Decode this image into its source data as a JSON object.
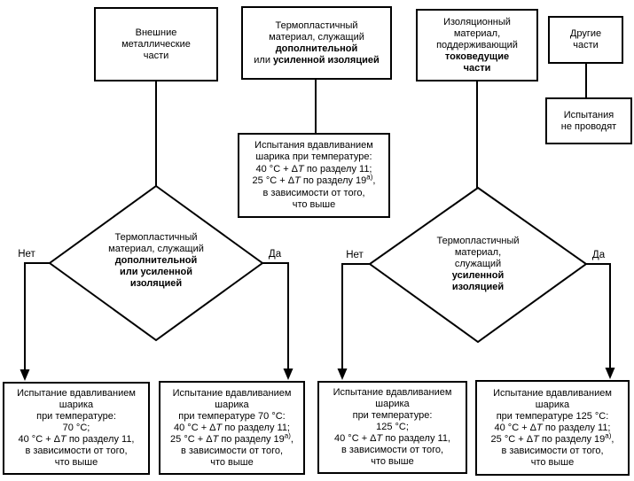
{
  "colors": {
    "line": "#000000",
    "background": "#ffffff",
    "text": "#000000"
  },
  "labels": {
    "yes": "Да",
    "no": "Нет"
  },
  "nodes": {
    "external_metal_parts": "Внешние\nметаллические\nчасти",
    "thermoplastic_supplementary_reinforced": "Термопластичный\nматериал, служащий\n*дополнительной*\nили *усиленной изоляцией*",
    "insulating_material_live_parts": "Изоляционный\nматериал,\nподдерживающий\n*токоведущие*\n*части*",
    "other_parts": "Другие\nчасти",
    "no_tests": "Испытания\nне проводят",
    "ball_test_combined": "Испытания вдавливанием\nшарика при температуре:\n40 °С + Δ_T_ по разделу 11;\n25 °С + Δ_T_ по разделу 19^а)^,\nв зависимости от того,\nчто выше",
    "decision_supplementary_or_reinforced": "Термопластичный\nматериал, служащий\n*дополнительной*\n*или усиленной*\n*изоляцией*",
    "decision_reinforced": "Термопластичный\nматериал,\nслужащий\n*усиленной*\n*изоляцией*",
    "test_70": "Испытание вдавливанием\nшарика\nпри температуре:\n70 °С;\n40 °С + Δ_T_ по разделу 11,\nв зависимости от того,\nчто выше",
    "test_70_combined": "Испытание вдавливанием\nшарика\nпри температуре 70 °С:\n40 °С + Δ_T_ по разделу 11;\n25 °С + Δ_T_ по разделу 19^а)^,\nв зависимости от того,\nчто выше",
    "test_125": "Испытание вдавливанием\nшарика\nпри температуре:\n125 °С;\n40 °С + Δ_T_ по разделу 11,\nв зависимости от того,\nчто выше",
    "test_125_combined": "Испытание вдавливанием\nшарика\nпри температуре 125 °С:\n40 °С + Δ_T_ по разделу 11;\n25 °С + Δ_T_ по разделу 19^а)^,\nв зависимости от того,\nчто выше"
  }
}
